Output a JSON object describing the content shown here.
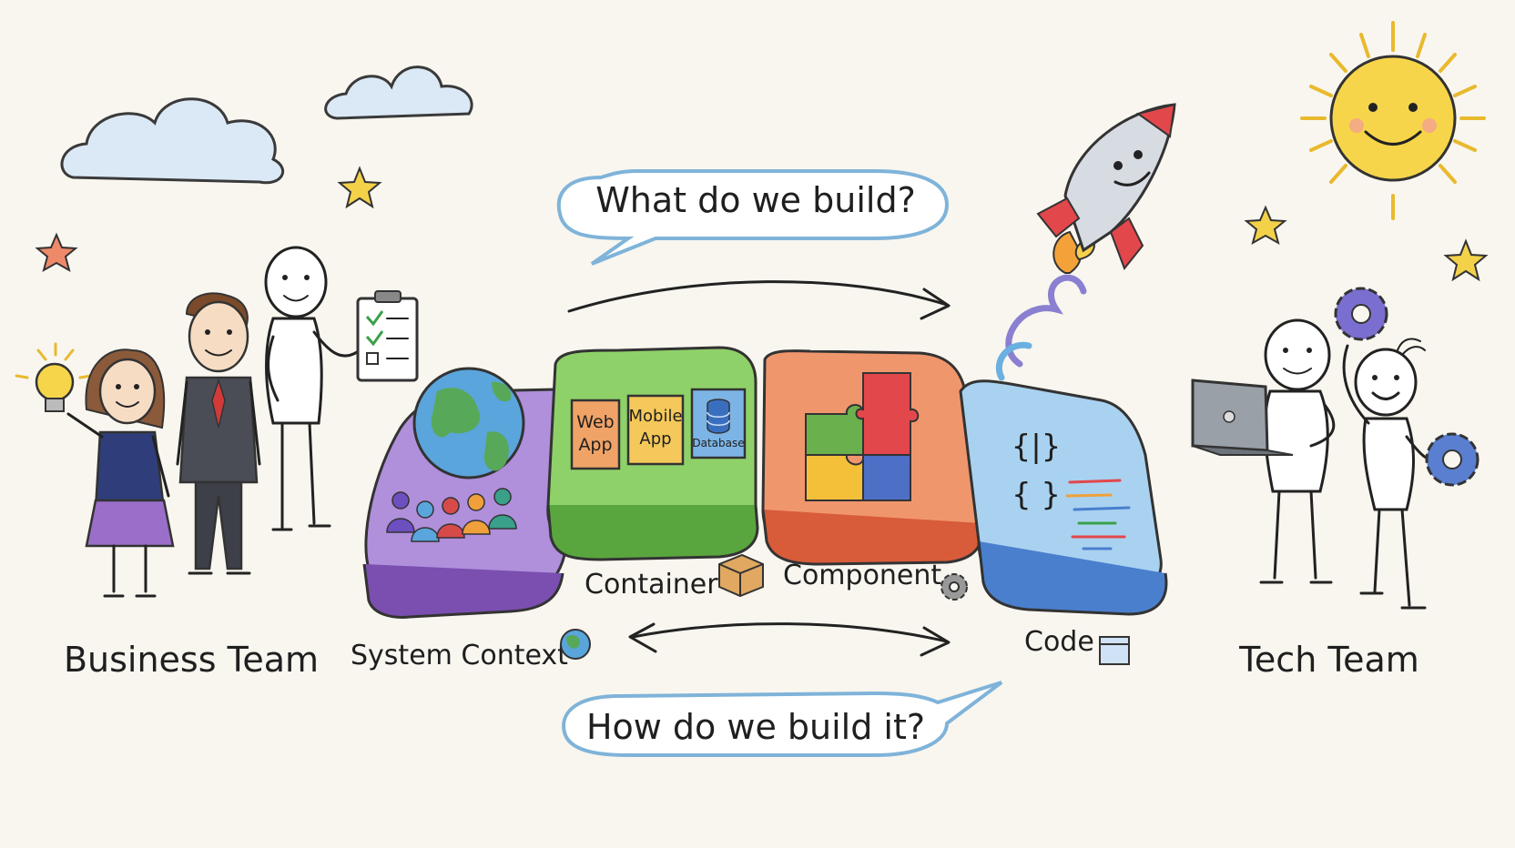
{
  "bubbles": {
    "what": "What do we build?",
    "how": "How do we build it?"
  },
  "teams": {
    "business": "Business Team",
    "tech": "Tech Team"
  },
  "levels": [
    {
      "label": "System Context",
      "color": "#9b6fc9",
      "icon": "globe-icon"
    },
    {
      "label": "Container",
      "color": "#7cc45a",
      "icon": "box-icon"
    },
    {
      "label": "Component",
      "color": "#e87f55",
      "icon": "gear-icon"
    },
    {
      "label": "Code",
      "color": "#6aa9e0",
      "icon": "code-window-icon"
    }
  ],
  "container_boxes": {
    "web_app": [
      "Web",
      "App"
    ],
    "mobile_app": [
      "Mobile",
      "App"
    ],
    "database": "Database"
  },
  "code_symbols": {
    "brackets": "{|}",
    "braces": "{ }"
  },
  "colors": {
    "bubble_stroke": "#7fb3d9",
    "background": "#f8f6ef",
    "sun": "#f7d54a",
    "rocket_red": "#e2474b",
    "star": "#f3d24a"
  }
}
